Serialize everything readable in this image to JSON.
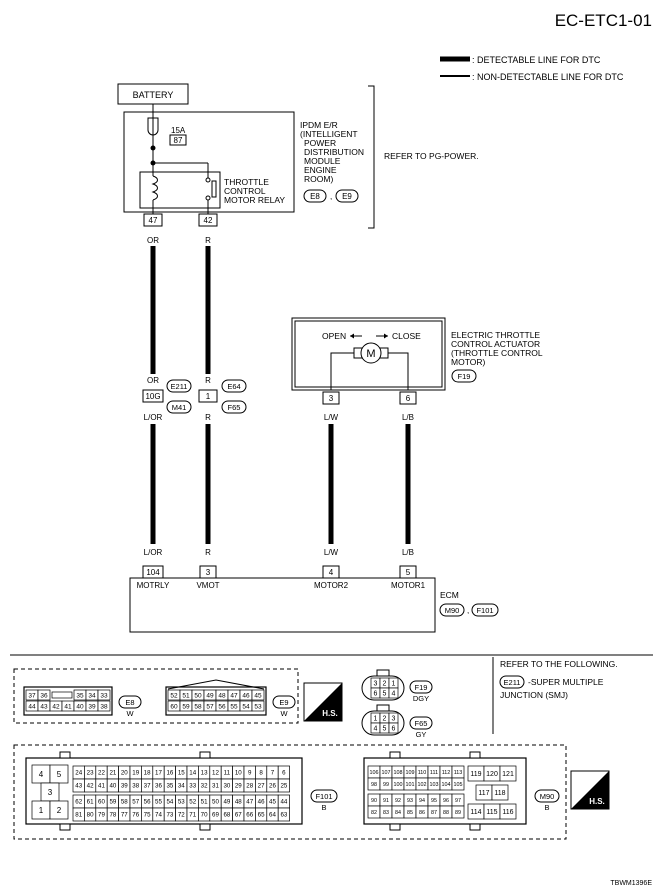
{
  "header": {
    "page_code": "EC-ETC1-01"
  },
  "legend": {
    "detectable": ": DETECTABLE LINE FOR DTC",
    "non_detectable": ": NON-DETECTABLE LINE FOR DTC"
  },
  "battery": {
    "label": "BATTERY"
  },
  "ipdm": {
    "fuse_amp": "15A",
    "fuse_no": "87",
    "title_lines": [
      "IPDM E/R",
      "(INTELLIGENT",
      "POWER",
      "DISTRIBUTION",
      "MODULE",
      "ENGINE",
      "ROOM)"
    ],
    "relay_lines": [
      "THROTTLE",
      "CONTROL",
      "MOTOR RELAY"
    ],
    "connectors": [
      "E8",
      "E9"
    ],
    "sep": ",",
    "refer": "REFER TO PG-POWER.",
    "pins": [
      "47",
      "42"
    ]
  },
  "wires": {
    "w1_top": "OR",
    "w2_top": "R",
    "j1_top": "OR",
    "j1_pin": "10G",
    "j1_bot": "L/OR",
    "j2_top": "R",
    "j2_pin": "1",
    "j2_bot": "R",
    "j1_conn_a": "E211",
    "j1_conn_b": "M41",
    "j2_conn_a": "E64",
    "j2_conn_b": "F65",
    "act_w3": "L/W",
    "act_w4": "L/B",
    "ecm_w1": "L/OR",
    "ecm_w2": "R",
    "ecm_w3": "L/W",
    "ecm_w4": "L/B"
  },
  "actuator": {
    "open": "OPEN",
    "close": "CLOSE",
    "motor": "M",
    "title_lines": [
      "ELECTRIC THROTTLE",
      "CONTROL ACTUATOR",
      "(THROTTLE CONTROL",
      "MOTOR)"
    ],
    "connector": "F19",
    "pins": [
      "3",
      "6"
    ]
  },
  "ecm": {
    "pins": [
      "104",
      "3",
      "4",
      "5"
    ],
    "terminals": [
      "MOTRLY",
      "VMOT",
      "MOTOR2",
      "MOTOR1"
    ],
    "title": "ECM",
    "connectors": [
      "M90",
      "F101"
    ],
    "sep": ","
  },
  "connector_views": {
    "e8": {
      "id": "E8",
      "color": "W",
      "row1": [
        "37",
        "36",
        "35",
        "34",
        "33"
      ],
      "row2": [
        "44",
        "43",
        "42",
        "41",
        "40",
        "39",
        "38"
      ]
    },
    "e9": {
      "id": "E9",
      "color": "W",
      "row1": [
        "52",
        "51",
        "50",
        "49",
        "48",
        "47",
        "46",
        "45"
      ],
      "row2": [
        "60",
        "59",
        "58",
        "57",
        "56",
        "55",
        "54",
        "53"
      ]
    },
    "f19": {
      "id": "F19",
      "color": "DGY",
      "row1": [
        "3",
        "2",
        "1"
      ],
      "row2": [
        "6",
        "5",
        "4"
      ]
    },
    "f65": {
      "id": "F65",
      "color": "GY",
      "row1": [
        "1",
        "2",
        "3"
      ],
      "row2": [
        "4",
        "5",
        "6"
      ]
    },
    "hs": "H.S.",
    "refer_title": "REFER TO THE FOLLOWING.",
    "refer_conn": "E211",
    "refer_text1": "-SUPER MULTIPLE",
    "refer_text2": "JUNCTION (SMJ)",
    "f101": {
      "id": "F101",
      "color": "B",
      "left": [
        "4",
        "5",
        "3",
        "1",
        "2"
      ],
      "r1": [
        "24",
        "23",
        "22",
        "21",
        "20",
        "19",
        "18",
        "17",
        "16",
        "15",
        "14",
        "13",
        "12",
        "11",
        "10",
        "9",
        "8",
        "7",
        "6"
      ],
      "r2": [
        "43",
        "42",
        "41",
        "40",
        "39",
        "38",
        "37",
        "36",
        "35",
        "34",
        "33",
        "32",
        "31",
        "30",
        "29",
        "28",
        "27",
        "26",
        "25"
      ],
      "r3": [
        "62",
        "61",
        "60",
        "59",
        "58",
        "57",
        "56",
        "55",
        "54",
        "53",
        "52",
        "51",
        "50",
        "49",
        "48",
        "47",
        "46",
        "45",
        "44"
      ],
      "r4": [
        "81",
        "80",
        "79",
        "78",
        "77",
        "76",
        "75",
        "74",
        "73",
        "72",
        "71",
        "70",
        "69",
        "68",
        "67",
        "66",
        "65",
        "64",
        "63"
      ]
    },
    "m90": {
      "id": "M90",
      "color": "B",
      "r1": [
        "106",
        "107",
        "108",
        "109",
        "110",
        "111",
        "112",
        "113"
      ],
      "r2": [
        "98",
        "99",
        "100",
        "101",
        "102",
        "103",
        "104",
        "105"
      ],
      "r3": [
        "90",
        "91",
        "92",
        "93",
        "94",
        "95",
        "96",
        "97"
      ],
      "r4": [
        "82",
        "83",
        "84",
        "85",
        "86",
        "87",
        "88",
        "89"
      ],
      "right": [
        "119",
        "120",
        "121",
        "117",
        "118",
        "114",
        "115",
        "116"
      ]
    }
  },
  "footer": {
    "code": "TBWM1396E"
  }
}
